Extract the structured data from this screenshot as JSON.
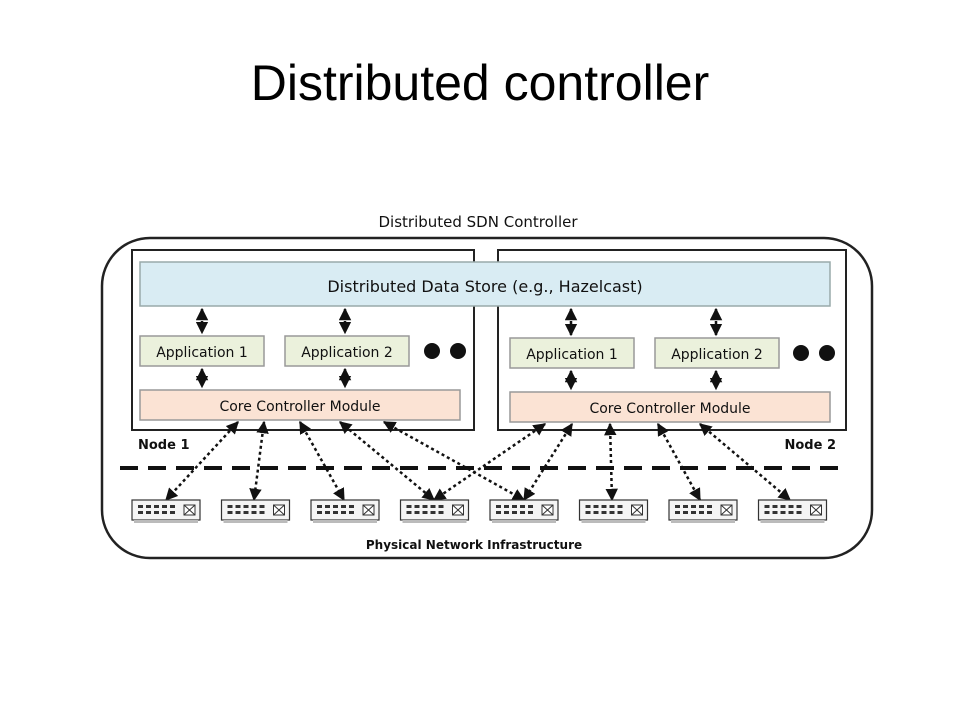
{
  "slide": {
    "title": "Distributed controller"
  },
  "diagram": {
    "outer_label": "Distributed SDN Controller",
    "data_store_label": "Distributed Data Store (e.g., Hazelcast)",
    "node1": {
      "label": "Node 1",
      "app1": "Application 1",
      "app2": "Application 2",
      "core": "Core Controller Module"
    },
    "node2": {
      "label": "Node 2",
      "app1": "Application 1",
      "app2": "Application 2",
      "core": "Core Controller Module"
    },
    "infrastructure_label": "Physical Network Infrastructure",
    "switch_count": 8,
    "colors": {
      "data_store": "#d9ecf3",
      "application": "#ebf1dc",
      "core": "#fbe3d4",
      "outline": "#222222"
    }
  }
}
